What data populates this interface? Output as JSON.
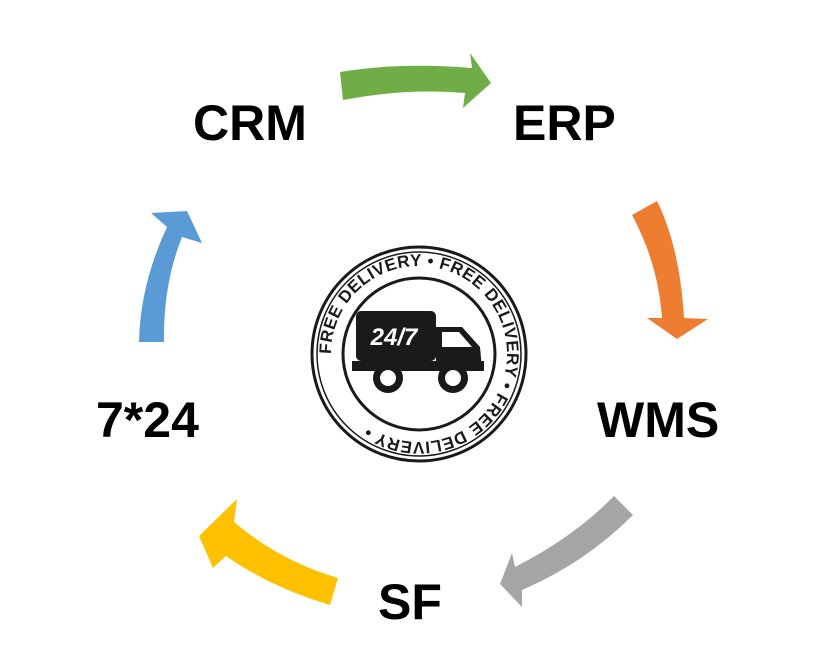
{
  "nodes": {
    "crm": "CRM",
    "erp": "ERP",
    "wms": "WMS",
    "sf": "SF",
    "service": "7*24"
  },
  "badge": {
    "ring_text": "FREE DELIVERY • FREE DELIVERY • FREE DELIVERY •",
    "truck_text": "24/7"
  },
  "colors": {
    "crm_to_erp": "#70AD47",
    "erp_to_wms": "#ED7D31",
    "wms_to_sf": "#A5A5A5",
    "sf_to_service": "#FFC000",
    "service_to_crm": "#5B9BD5",
    "text": "#000000"
  }
}
